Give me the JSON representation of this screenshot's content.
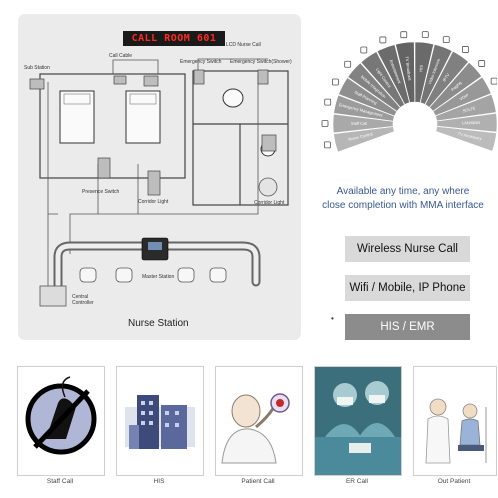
{
  "diagram": {
    "call_sign": "CALL ROOM 601",
    "station_title": "Nurse Station",
    "labels": {
      "lcd_nurse_call": "LCD Nurse Call",
      "call_cable": "Call Cable",
      "sub_station": "Sub Station",
      "emergency_switch": "Emergency Switch",
      "emergency_switch_shower": "Emergency Switch(Shower)",
      "presence_switch": "Presence Switch",
      "corridor_light_left": "Corridor Light",
      "corridor_light_right": "Corridor Light",
      "master_station": "Master Station",
      "central_controller_1": "Central",
      "central_controller_2": "Controller"
    }
  },
  "fan": {
    "segments": [
      "Room Control",
      "Staff Call",
      "Emergency Management",
      "Staff Planning",
      "Mobile Integration",
      "Light Control",
      "Entertainment",
      "TV Broadcast",
      "HIS",
      "Video Intercom",
      "IPTV",
      "Paging",
      "VOIP",
      "SOLTE",
      "LAN/WAN",
      "TV Accessory"
    ],
    "colors": [
      "#b6b6b6",
      "#a9a9a9",
      "#9c9c9c",
      "#8f8f8f",
      "#828282",
      "#777777",
      "#6c6c6c",
      "#636363",
      "#6a6a6a",
      "#757575",
      "#808080",
      "#8c8c8c",
      "#989898",
      "#a4a4a4",
      "#b0b0b0",
      "#bcbcbc"
    ],
    "caption_line1": "Available any time, any where",
    "caption_line2": "close completion with MMA interface"
  },
  "buttons": {
    "wireless": "Wireless Nurse Call",
    "wifi": "Wifi / Mobile, IP Phone",
    "his": "HIS / EMR"
  },
  "cards": [
    {
      "label": "Staff Call"
    },
    {
      "label": "HIS"
    },
    {
      "label": "Patient Call"
    },
    {
      "label": "ER Call"
    },
    {
      "label": "Out Patient"
    }
  ]
}
